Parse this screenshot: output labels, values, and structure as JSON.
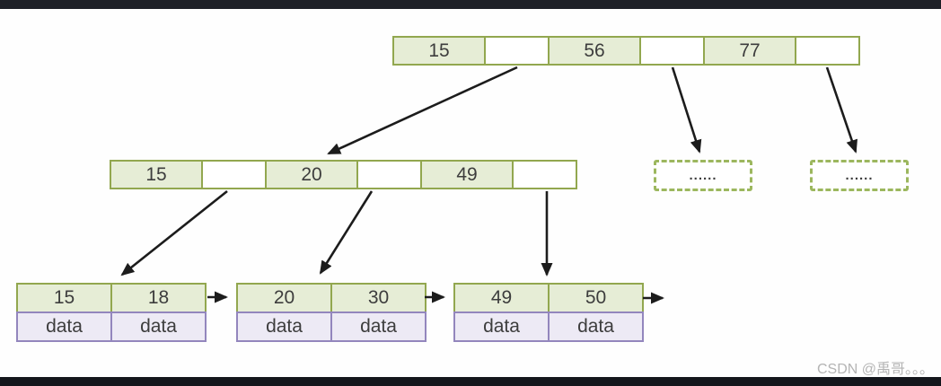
{
  "watermark": "CSDN @禹哥。。。",
  "colors": {
    "key_cell_fill": "#e6edd6",
    "key_cell_border": "#92a74f",
    "data_cell_fill": "#edeaf5",
    "data_cell_border": "#9386bd",
    "placeholder_border": "#9cb75e",
    "arrow": "#1c1c1c",
    "top_bar": "#1e2027",
    "bottom_bar": "#14161c",
    "watermark_text": "#b4b4b4"
  },
  "tree": {
    "root": {
      "keys": [
        "15",
        "56",
        "77"
      ]
    },
    "internal": {
      "keys": [
        "15",
        "20",
        "49"
      ]
    },
    "placeholders": [
      "......",
      "......"
    ],
    "leaves": [
      {
        "keys": [
          "15",
          "18"
        ],
        "data": [
          "data",
          "data"
        ]
      },
      {
        "keys": [
          "20",
          "30"
        ],
        "data": [
          "data",
          "data"
        ]
      },
      {
        "keys": [
          "49",
          "50"
        ],
        "data": [
          "data",
          "data"
        ]
      }
    ]
  }
}
